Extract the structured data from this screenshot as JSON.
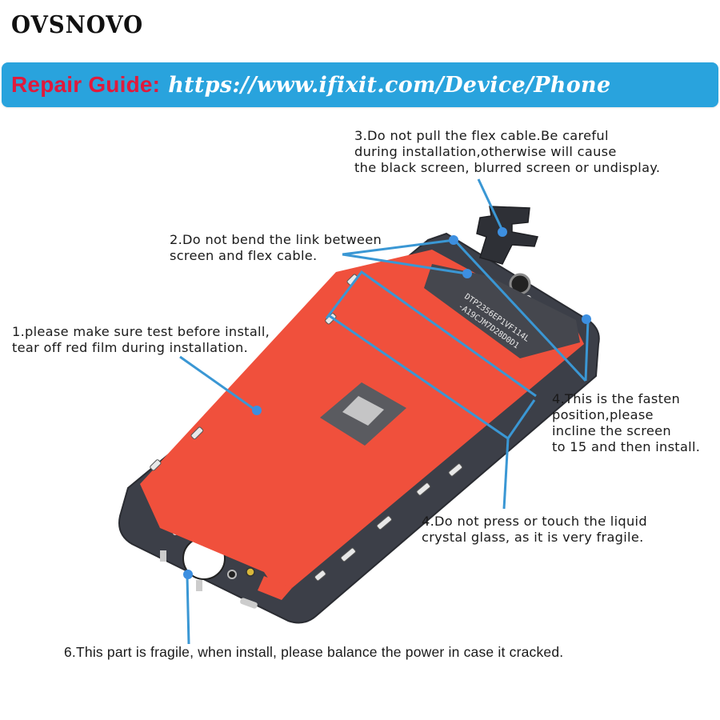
{
  "header": {
    "brand": "OVSNOVO",
    "banner_label": "Repair Guide:",
    "banner_url": "https://www.ifixit.com/Device/Phone",
    "banner_color": "#29a3dd",
    "label_color": "#e01a3c"
  },
  "illustration": {
    "subject": "phone LCD screen assembly with red protective film",
    "film_color": "#f0503c",
    "frame_color": "#3c3f48",
    "callout_color": "#3a97d4",
    "marker_color": "#3d8fe0",
    "serial_text_line1": "DTP2356EP1VF114L",
    "serial_text_line2": "-A19CJM7D28D0D1"
  },
  "notes": [
    {
      "id": "1",
      "text": "1.please make sure test before install,\ntear off red film during installation."
    },
    {
      "id": "2",
      "text": "2.Do not bend the link between\nscreen and flex cable."
    },
    {
      "id": "3",
      "text": "3.Do not pull the flex cable.Be careful\nduring installation,otherwise will cause\nthe black screen, blurred screen or undisplay."
    },
    {
      "id": "4a",
      "text": "4.This is the fasten\nposition,please\nincline the screen\nto 15 and then install."
    },
    {
      "id": "4b",
      "text": "4.Do not press or touch the liquid\ncrystal glass, as it is very fragile."
    },
    {
      "id": "6",
      "text": "6.This part is fragile, when install, please balance the power in case it cracked."
    }
  ]
}
